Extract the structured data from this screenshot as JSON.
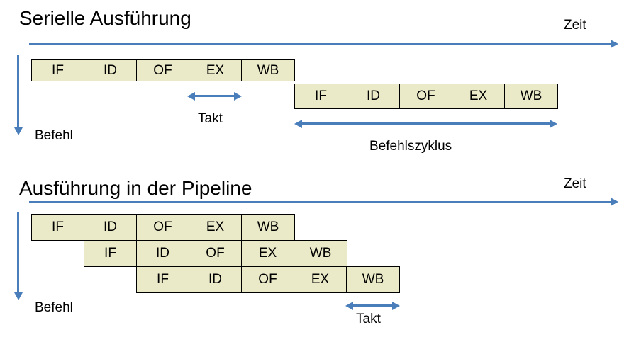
{
  "colors": {
    "box_fill": "#EAEAC8",
    "box_border": "#000000",
    "arrow": "#4A7EBB",
    "text": "#000000",
    "background": "#FFFFFF"
  },
  "diagrams": [
    {
      "id": "serial-execution",
      "title": "Serielle Ausführung",
      "time_axis_label": "Zeit",
      "instruction_axis_label": "Befehl",
      "rows": [
        {
          "stages": [
            "IF",
            "ID",
            "OF",
            "EX",
            "WB"
          ]
        },
        {
          "stages": [
            "IF",
            "ID",
            "OF",
            "EX",
            "WB"
          ]
        }
      ],
      "annotations": [
        {
          "name": "takt",
          "label": "Takt"
        },
        {
          "name": "befehlszyklus",
          "label": "Befehlszyklus"
        }
      ]
    },
    {
      "id": "pipeline-execution",
      "title": "Ausführung in der Pipeline",
      "time_axis_label": "Zeit",
      "instruction_axis_label": "Befehl",
      "rows": [
        {
          "stages": [
            "IF",
            "ID",
            "OF",
            "EX",
            "WB"
          ]
        },
        {
          "stages": [
            "IF",
            "ID",
            "OF",
            "EX",
            "WB"
          ]
        },
        {
          "stages": [
            "IF",
            "ID",
            "OF",
            "EX",
            "WB"
          ]
        }
      ],
      "annotations": [
        {
          "name": "takt",
          "label": "Takt"
        }
      ]
    }
  ]
}
